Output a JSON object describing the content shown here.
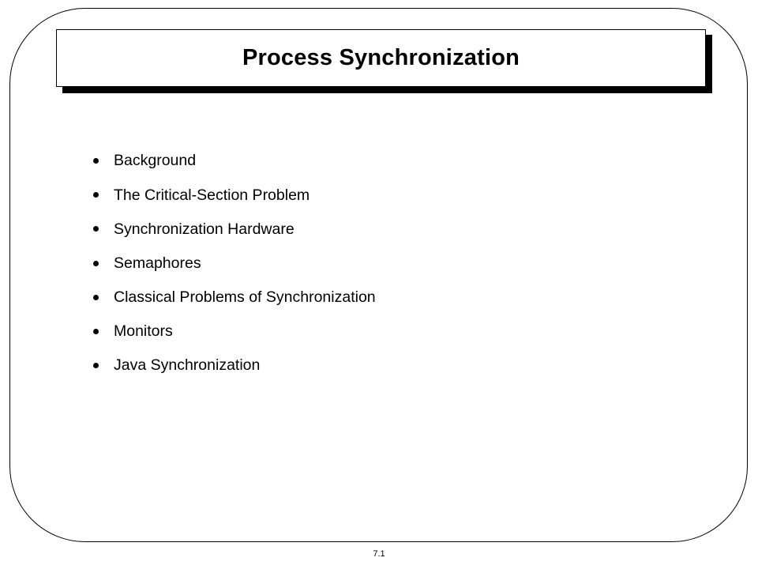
{
  "slide": {
    "title": "Process Synchronization",
    "bullets": [
      "Background",
      "The Critical-Section Problem",
      "Synchronization Hardware",
      "Semaphores",
      "Classical Problems of Synchronization",
      "Monitors",
      "Java Synchronization"
    ],
    "page_number": "7.1"
  }
}
